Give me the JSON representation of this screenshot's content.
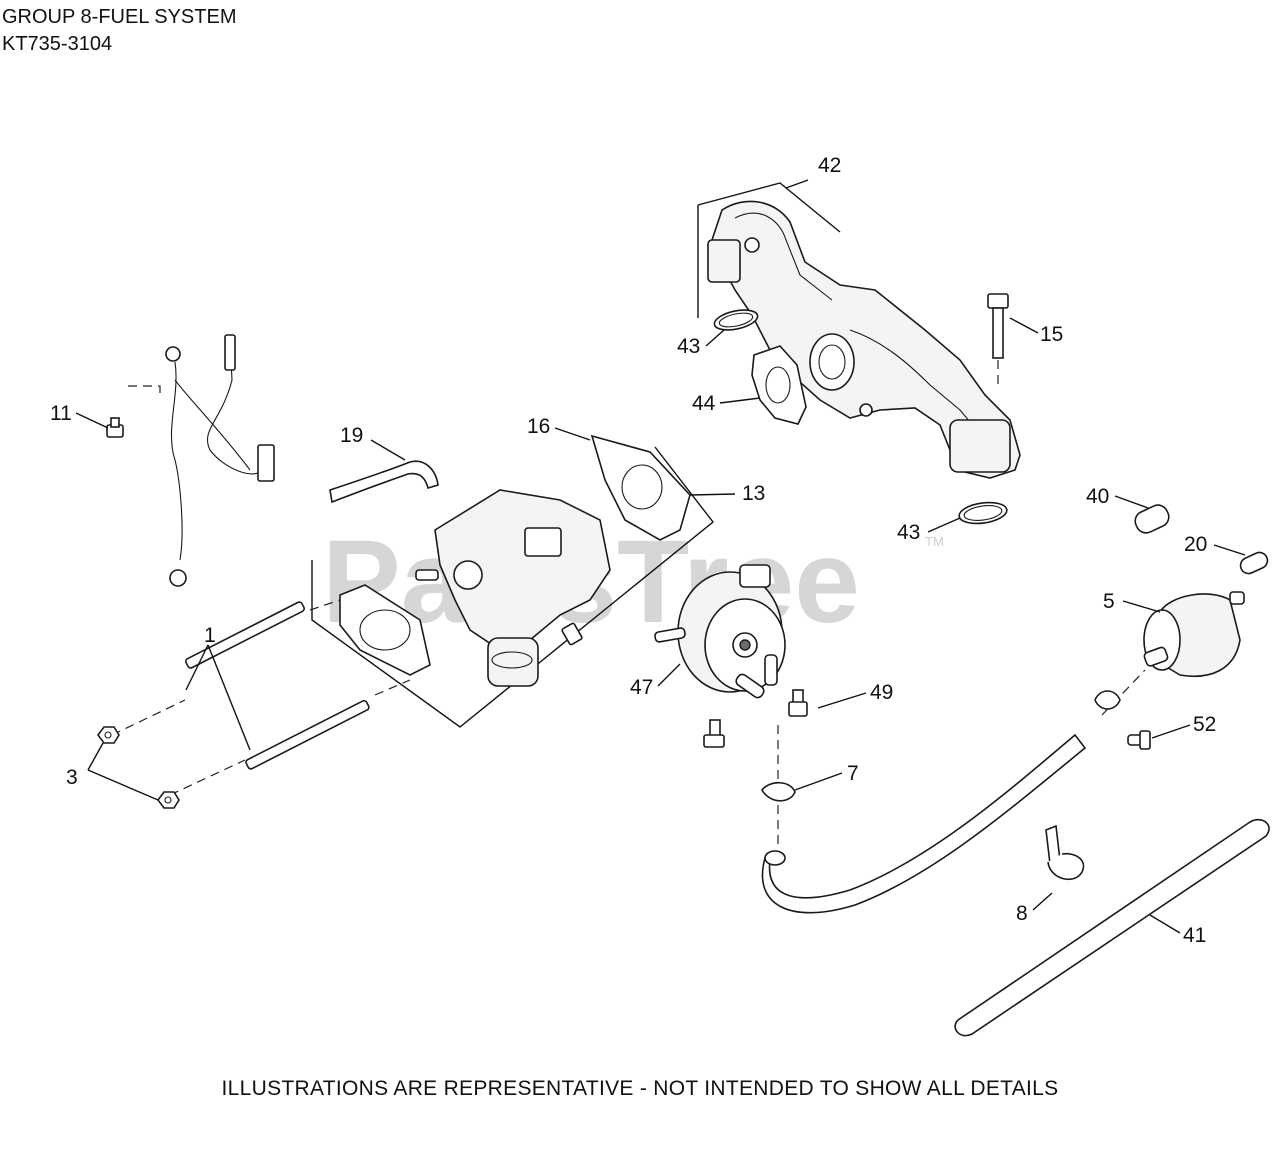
{
  "header": {
    "title": "GROUP 8-FUEL SYSTEM",
    "model": "KT735-3104"
  },
  "watermark": {
    "text": "PartsTree",
    "tm": "TM"
  },
  "callouts": {
    "c1": "1",
    "c3": "3",
    "c5": "5",
    "c7": "7",
    "c8": "8",
    "c11": "11",
    "c13": "13",
    "c15": "15",
    "c16": "16",
    "c19": "19",
    "c20": "20",
    "c40": "40",
    "c41": "41",
    "c42": "42",
    "c43a": "43",
    "c43b": "43",
    "c44": "44",
    "c47": "47",
    "c49": "49",
    "c52": "52"
  },
  "footer": {
    "note": "ILLUSTRATIONS ARE REPRESENTATIVE - NOT INTENDED TO SHOW ALL DETAILS"
  }
}
